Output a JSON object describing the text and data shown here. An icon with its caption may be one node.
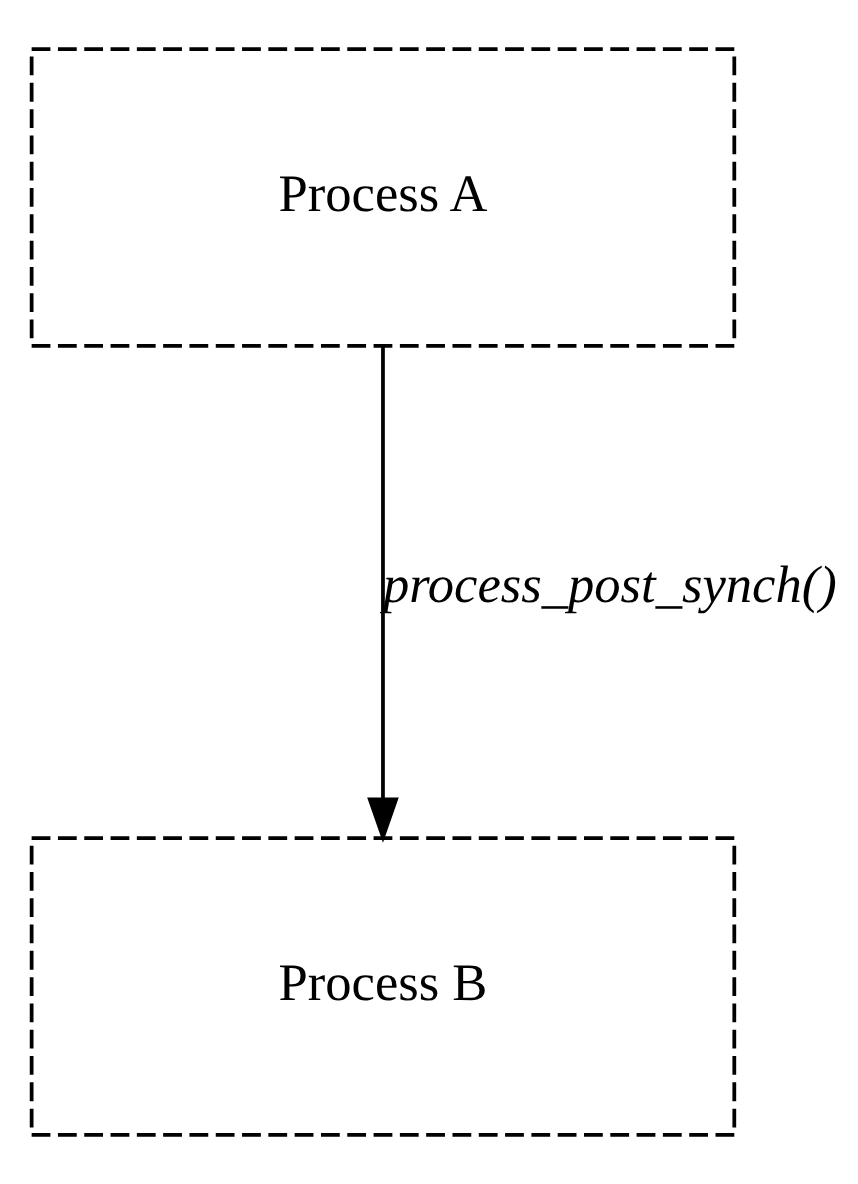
{
  "diagram": {
    "nodes": [
      {
        "text": [
          "Process A"
        ]
      },
      {
        "text": [
          "Process B"
        ]
      }
    ],
    "edges": [
      {
        "from": 0,
        "to": 1,
        "arrow": "to",
        "label": "process_post_synch()"
      }
    ]
  }
}
